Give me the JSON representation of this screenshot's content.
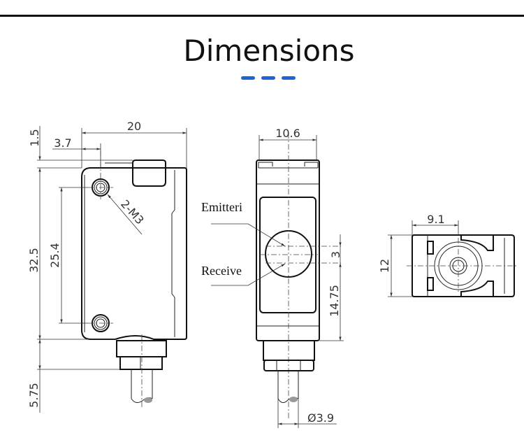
{
  "header": {
    "title": "Dimensions",
    "accent_color": "#1f63d8"
  },
  "side_view": {
    "width": "20",
    "hole_offset": "3.7",
    "top_offset": "1.5",
    "height": "32.5",
    "hole_spacing": "25.4",
    "hole_spec": "2-M3",
    "connector_length": "5.75"
  },
  "front_view": {
    "width": "10.6",
    "emitter_label": "Emitteri",
    "receiver_label": "Receive",
    "beam_spacing": "3",
    "beam_height": "14.75",
    "cable_diameter": "Ø3.9"
  },
  "top_view": {
    "offset": "9.1",
    "height": "12"
  }
}
